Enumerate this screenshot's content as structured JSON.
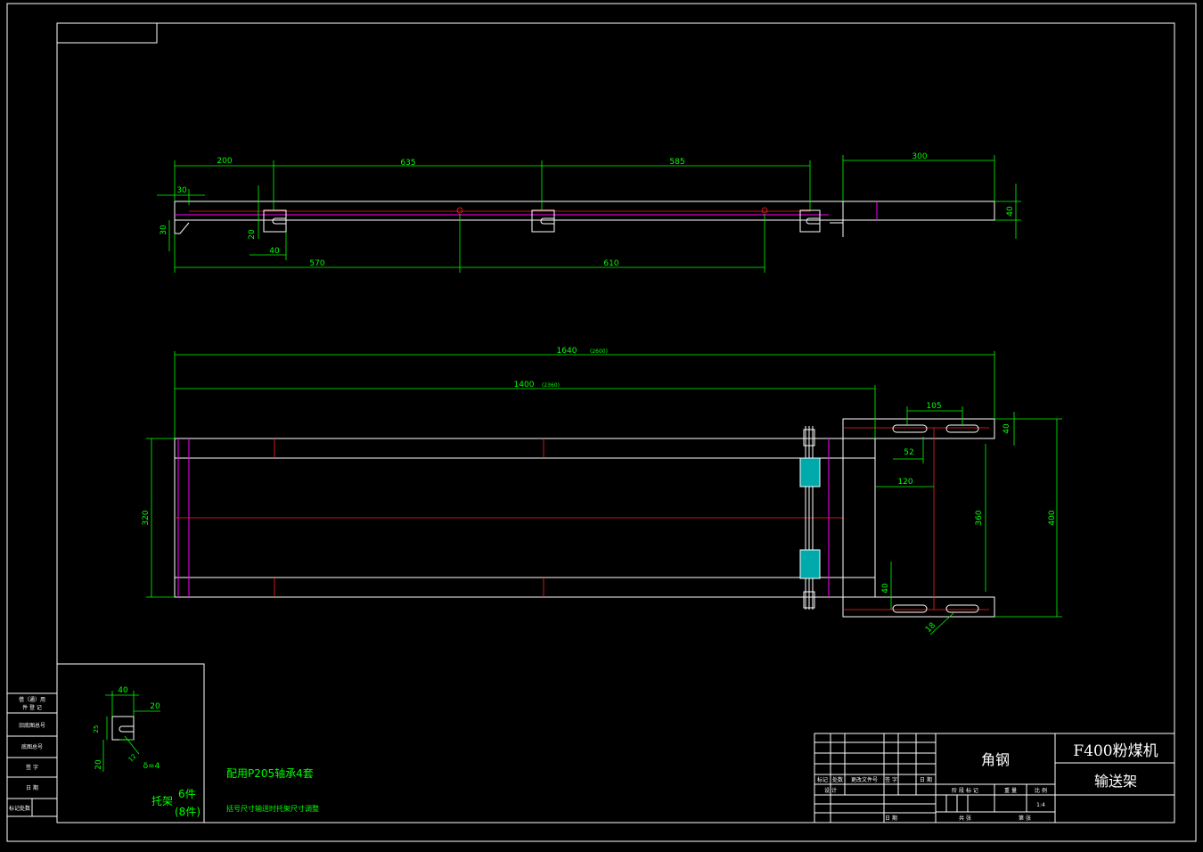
{
  "drawing": {
    "title_block": {
      "part_name": "F400粉煤机",
      "assembly_name": "输送架",
      "material": "角钢",
      "scale": "1:4",
      "labels": {
        "stage_mark": "阶 段 标 记",
        "weight": "重 量",
        "ratio": "比 例",
        "total_sheets": "共 张",
        "sheet_no": "第 张",
        "design": "设 计",
        "mark": "标记",
        "count": "处数",
        "change_doc": "更改文件号",
        "signature": "签 字",
        "date": "日 期"
      }
    },
    "notes": {
      "bearing": "配用P205轴承4套",
      "bracket_title": "托架",
      "bracket_qty": "6件",
      "bracket_qty_alt": "(8件)",
      "bracket_thk": "δ=4",
      "dim_note": "括号尺寸输送时托架尺寸调整"
    },
    "side_box": [
      "借（通）用",
      "件 登 记",
      "旧底图总号",
      "底图总号",
      "签 字",
      "日 期"
    ],
    "side_box_foot": "标记处数",
    "dims_top": {
      "d200": "200",
      "d635": "635",
      "d585": "585",
      "d300": "300",
      "d30": "30",
      "d30v": "30",
      "d20": "20",
      "d40": "40",
      "d570": "570",
      "d610": "610",
      "d40r": "40"
    },
    "dims_plan": {
      "d1640": "1640",
      "d1640b": "(2600)",
      "d1400": "1400",
      "d1400b": "(2360)",
      "d105": "105",
      "d40a": "40",
      "d52": "52",
      "d120": "120",
      "d320": "320",
      "d360": "360",
      "d400": "400",
      "d40b": "40",
      "d18": "18"
    },
    "dims_bracket": {
      "d40": "40",
      "d20": "20",
      "d20b": "20",
      "d25": "25",
      "d12": "12"
    }
  }
}
